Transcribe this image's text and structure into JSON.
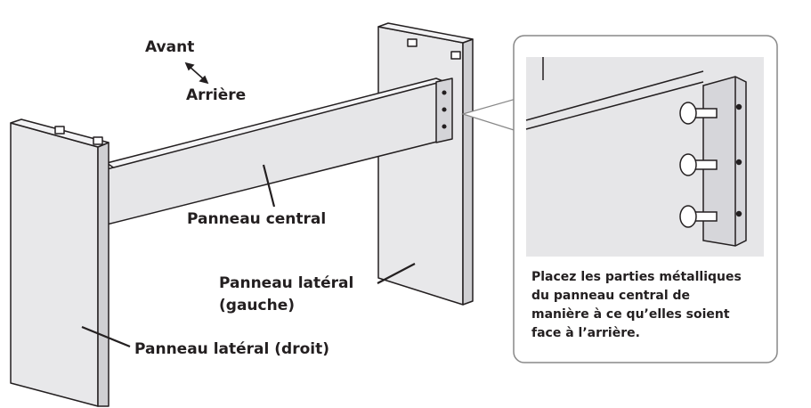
{
  "labels": {
    "front": "Avant",
    "back": "Arrière",
    "center_panel": "Panneau central",
    "left_panel_line1": "Panneau latéral",
    "left_panel_line2": "(gauche)",
    "right_panel": "Panneau latéral (droit)"
  },
  "callout": {
    "lines": [
      "Placez les parties métalliques",
      "du panneau central de",
      "manière à ce qu’elles soient",
      "face à l’arrière."
    ]
  }
}
